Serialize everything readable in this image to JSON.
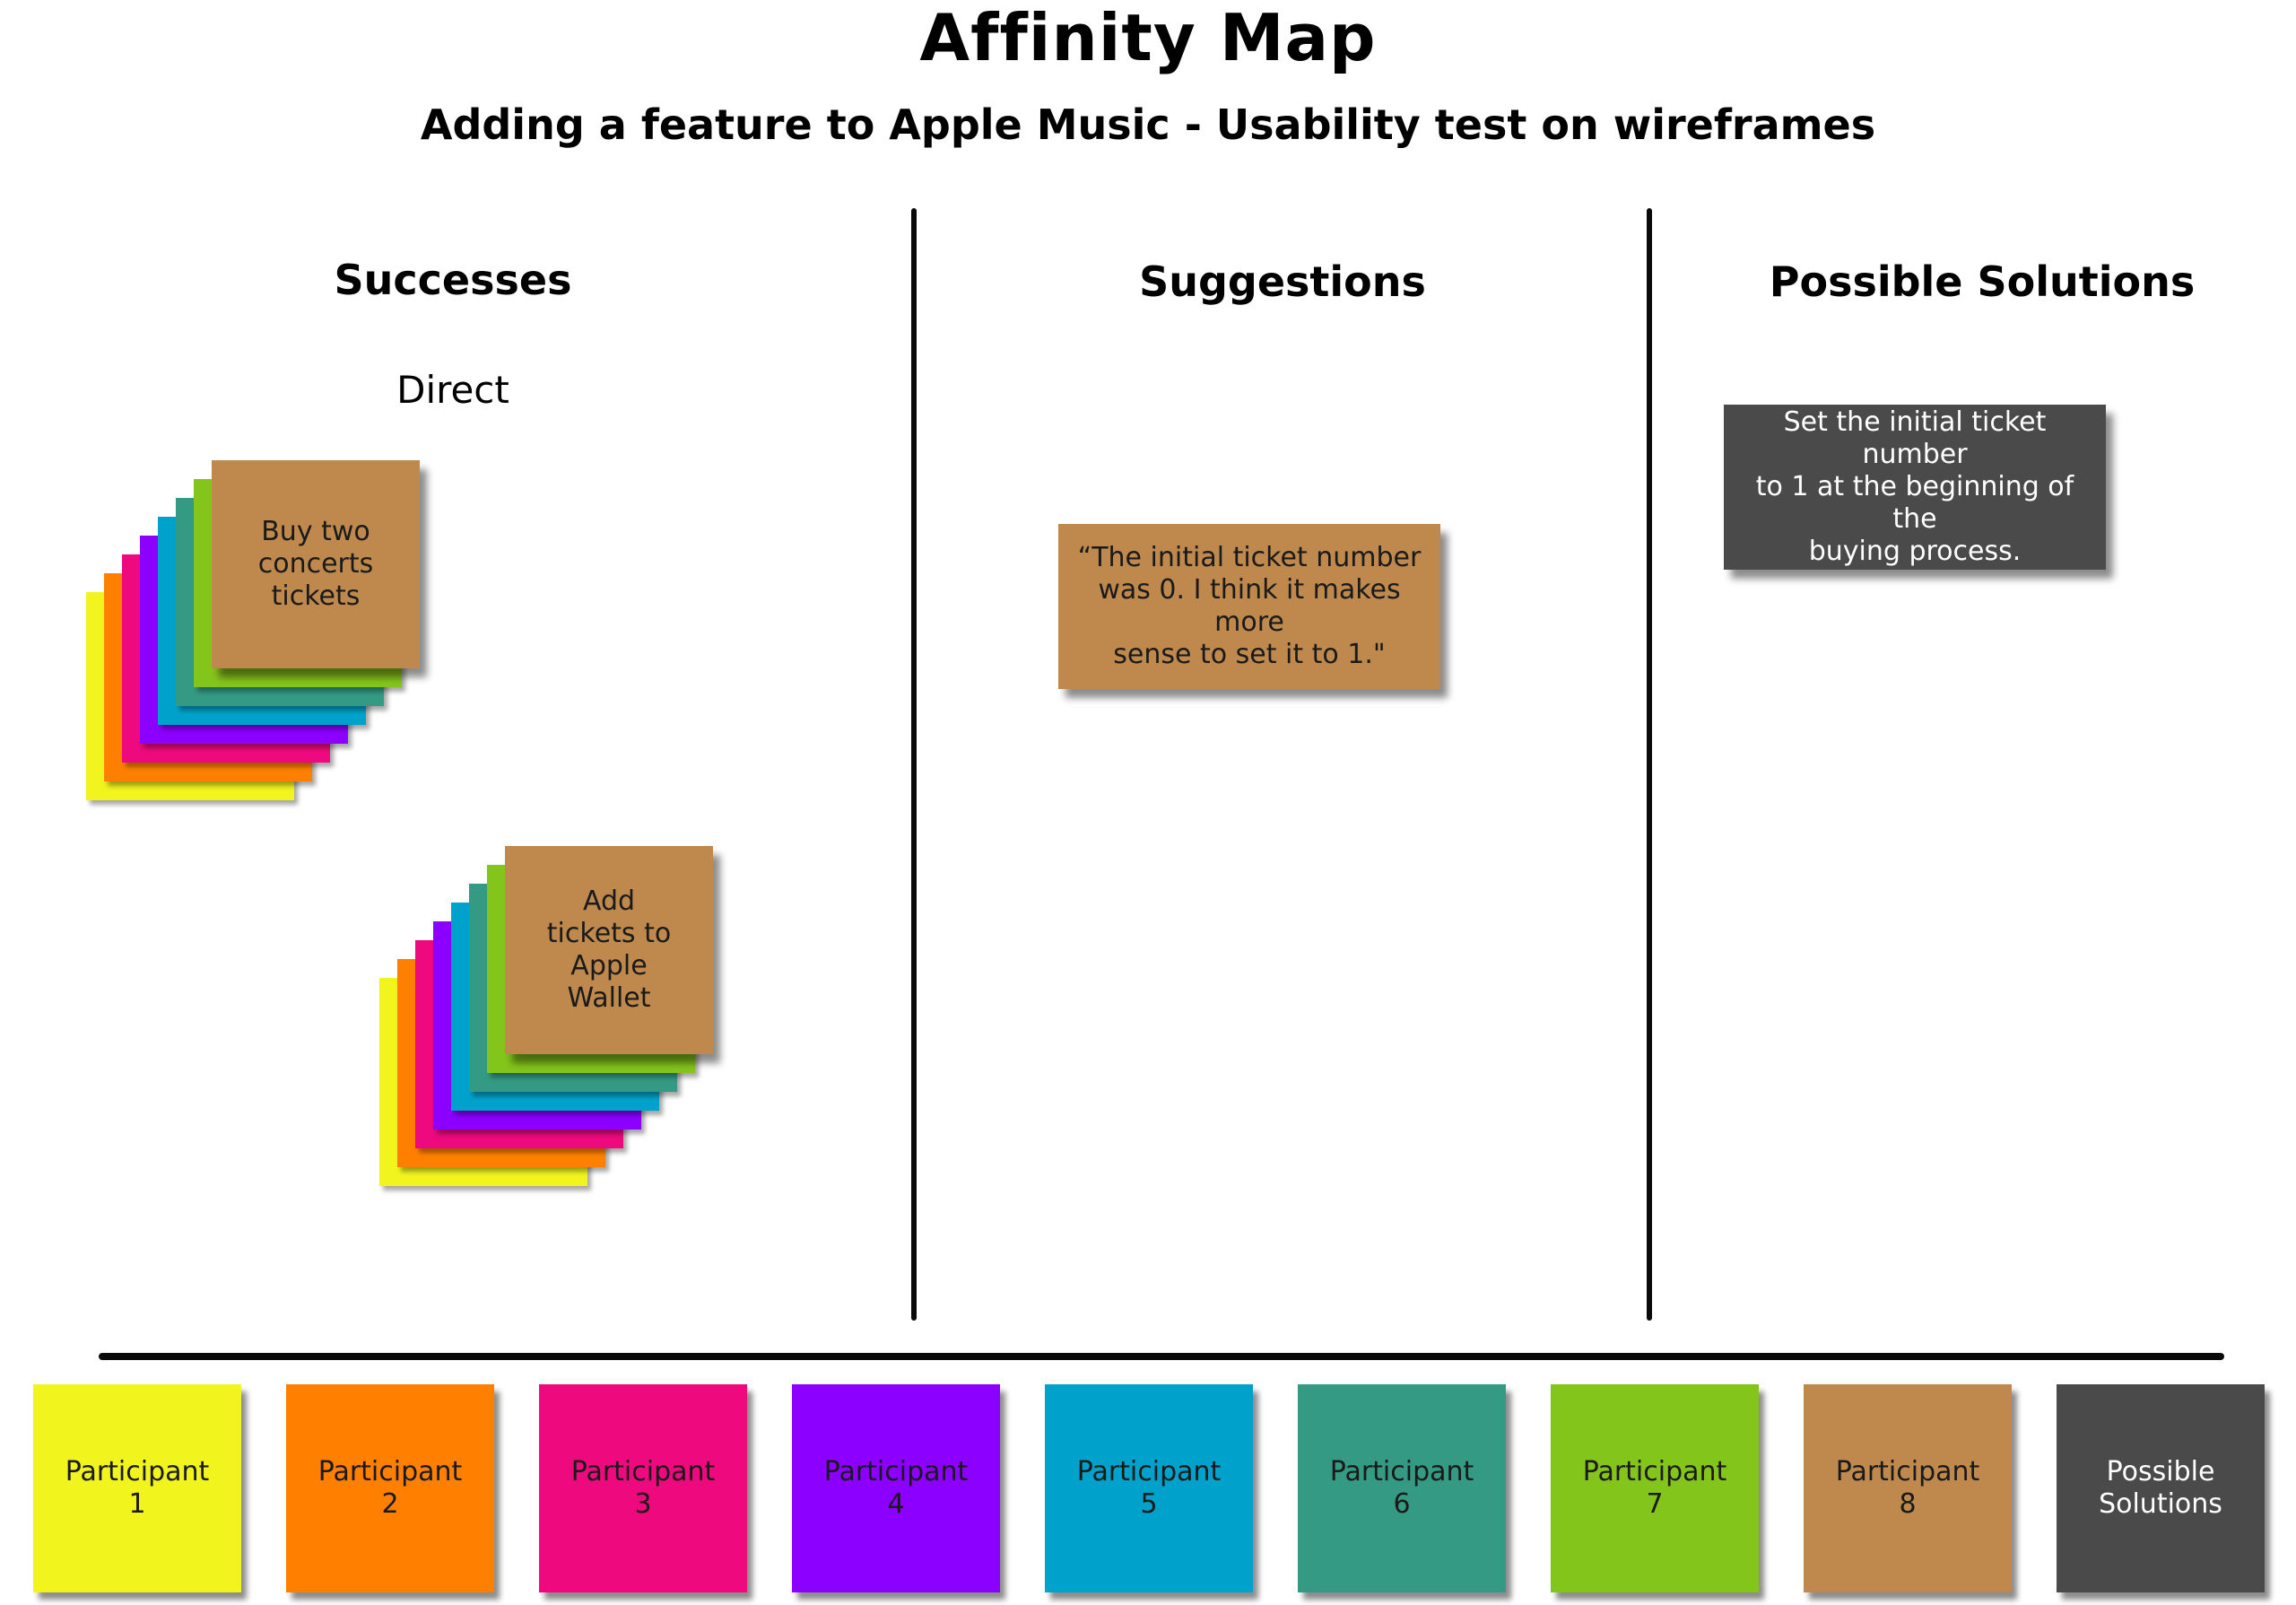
{
  "header": {
    "title": "Affinity Map",
    "subtitle": "Adding a feature to Apple Music - Usability test on wireframes"
  },
  "columns": {
    "successes": {
      "title": "Successes",
      "subheading": "Direct"
    },
    "suggestions": {
      "title": "Suggestions"
    },
    "solutions": {
      "title": "Possible Solutions"
    }
  },
  "notes": {
    "success_1": "Buy two\nconcerts\ntickets",
    "success_2": "Add\ntickets to\nApple\nWallet",
    "suggestion_1": "“The initial ticket number\nwas 0. I think it makes more\nsense to set it to 1.\"",
    "solution_1": "Set the initial ticket number\nto 1 at the beginning of the\nbuying process."
  },
  "legend": [
    {
      "label": "Participant\n1",
      "color": "#f2f41e"
    },
    {
      "label": "Participant\n2",
      "color": "#ff8000"
    },
    {
      "label": "Participant\n3",
      "color": "#ee0a7e"
    },
    {
      "label": "Participant\n4",
      "color": "#8c00ff"
    },
    {
      "label": "Participant\n5",
      "color": "#00a2cb"
    },
    {
      "label": "Participant\n6",
      "color": "#349a83"
    },
    {
      "label": "Participant\n7",
      "color": "#84c51b"
    },
    {
      "label": "Participant\n8",
      "color": "#bf894d"
    },
    {
      "label": "Possible\nSolutions",
      "color": "#4a4a4a"
    }
  ],
  "colors": {
    "participant_stack": [
      "#f2f41e",
      "#ff8000",
      "#ee0a7e",
      "#8c00ff",
      "#00a2cb",
      "#349a83",
      "#84c51b"
    ],
    "quote_note": "#bf894d",
    "solution_note": "#4a4a4a"
  }
}
